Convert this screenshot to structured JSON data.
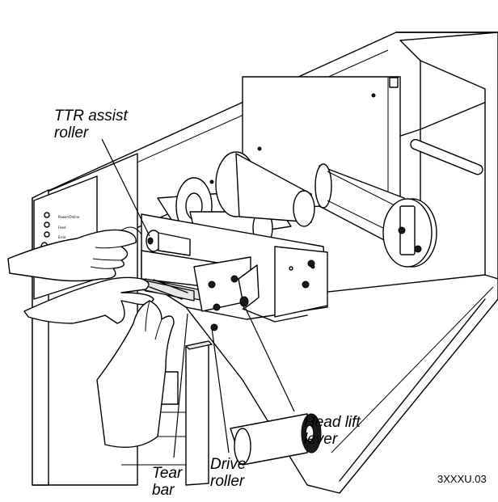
{
  "labels": {
    "ttr_assist_roller": [
      "TTR assist",
      "roller"
    ],
    "head_lift_lever": [
      "Head lift",
      "lever"
    ],
    "tear_bar": [
      "Tear",
      "bar"
    ],
    "drive_roller": [
      "Drive",
      "roller"
    ]
  },
  "figure_id": "3XXXU.03",
  "panel_text": [
    "Power/Online",
    "Feed",
    "Error"
  ]
}
